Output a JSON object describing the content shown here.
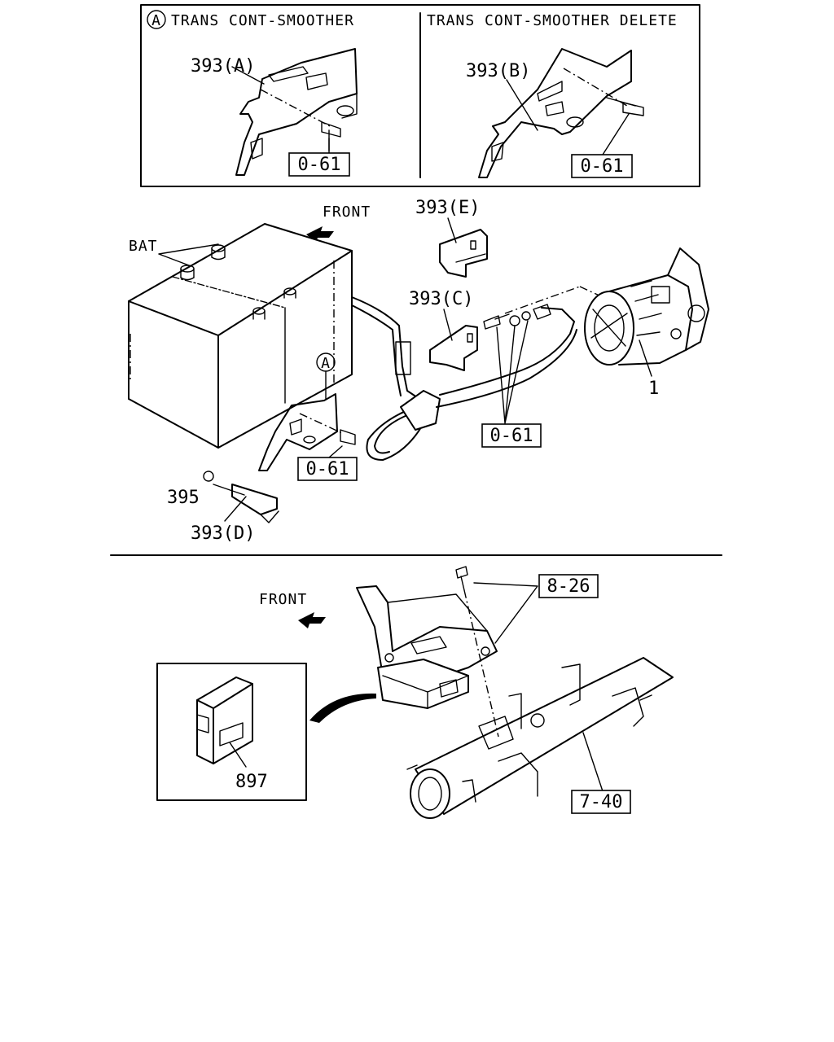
{
  "inset": {
    "left_title": "TRANS CONT-SMOOTHER",
    "left_circle": "A",
    "right_title": "TRANS CONT-SMOOTHER DELETE",
    "left_part": "393(A)",
    "left_ref": "0-61",
    "right_part": "393(B)",
    "right_ref": "0-61"
  },
  "middle": {
    "front": "FRONT",
    "bat": "BAT",
    "part_e": "393(E)",
    "part_c": "393(C)",
    "part_d": "393(D)",
    "part_395": "395",
    "part_1": "1",
    "circle_a": "A",
    "ref_bracket": "0-61",
    "ref_bolts": "0-61"
  },
  "bottom": {
    "front": "FRONT",
    "ref_826": "8-26",
    "ref_740": "7-40",
    "part_897": "897"
  }
}
